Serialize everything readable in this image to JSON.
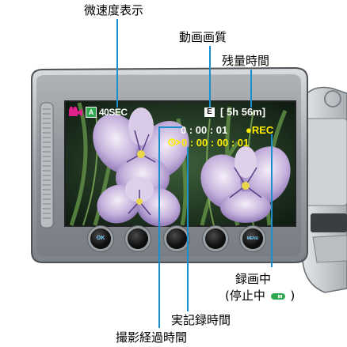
{
  "callouts": {
    "slow_speed_display": "微速度表示",
    "video_quality": "動画画質",
    "remaining_time": "残量時間",
    "recording_line1": "録画中",
    "recording_line2_prefix": "(停止中",
    "recording_line2_suffix": ")",
    "actual_recording_time": "実記録時間",
    "elapsed_shooting_time": "撮影経過時間"
  },
  "screen": {
    "interval": "40SEC",
    "remaining": "[ 5h 56m]",
    "elapsed": "0 : 00 : 01",
    "rec_indicator": "●REC",
    "actual_time": "0 : 00 : 00 : 01",
    "mode_letter": "A",
    "quality_letter": "E"
  },
  "buttons": [
    {
      "name": "ok-button",
      "label": "OK"
    },
    {
      "name": "button-2",
      "label": ""
    },
    {
      "name": "button-3",
      "label": ""
    },
    {
      "name": "button-4",
      "label": ""
    },
    {
      "name": "menu-button",
      "label": "MENU"
    }
  ],
  "colors": {
    "callout_line": "#1a8fd0",
    "osd_white": "#ffffff",
    "osd_yellow": "#ffee00",
    "rec_magenta": "#e0208a"
  }
}
